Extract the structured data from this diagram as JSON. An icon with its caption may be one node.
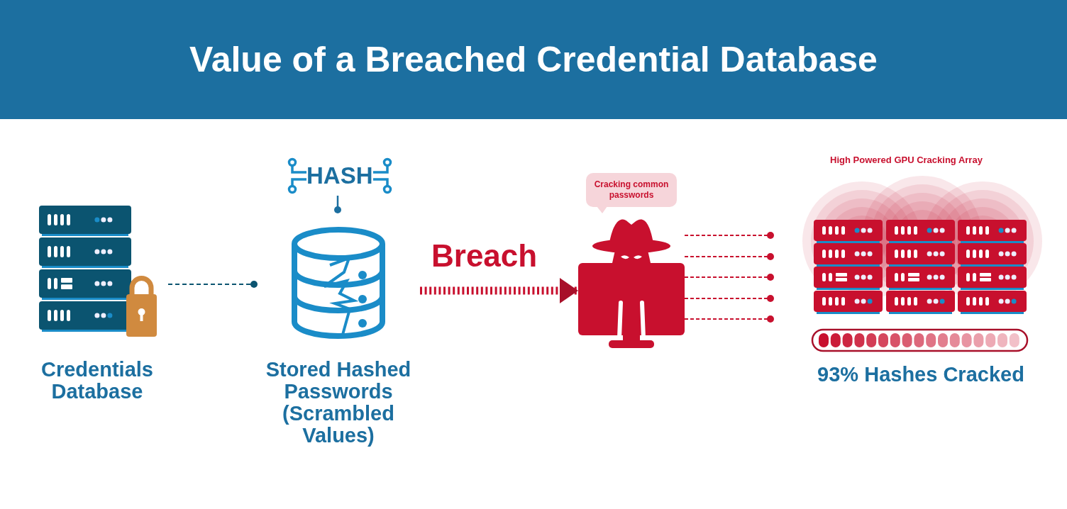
{
  "diagram": {
    "title": "Value of a Breached Credential Database",
    "nodes": [
      {
        "text": [
          "Credentials Database"
        ]
      },
      {
        "text": [
          "HASH"
        ]
      },
      {
        "text": [
          "Stored Hashed Passwords (Scrambled Values)"
        ]
      },
      {
        "text": [
          "Cracking common passwords"
        ]
      },
      {
        "text": [],
        "shape": "person"
      },
      {
        "text": [
          "High Powered GPU Cracking Array"
        ],
        "beside": [
          "93% Hashes Cracked"
        ]
      }
    ],
    "edges": [
      {
        "from": 0,
        "to": 2,
        "arrow": "other",
        "style": "dashed",
        "color": "#0b5470"
      },
      {
        "from": 1,
        "to": 2,
        "arrow": "other",
        "color": "#1c6fa0"
      },
      {
        "from": 2,
        "to": 4,
        "arrow": "to",
        "label": "Breach",
        "style": "dashed"
      },
      {
        "from": 4,
        "to": 5,
        "arrow": "other",
        "style": "dashed"
      },
      {
        "from": 4,
        "to": 5,
        "arrow": "other",
        "style": "dashed"
      },
      {
        "from": 4,
        "to": 5,
        "arrow": "other",
        "style": "dashed"
      },
      {
        "from": 4,
        "to": 5,
        "arrow": "other",
        "style": "dashed"
      },
      {
        "from": 4,
        "to": 5,
        "arrow": "other",
        "style": "dashed"
      }
    ]
  }
}
